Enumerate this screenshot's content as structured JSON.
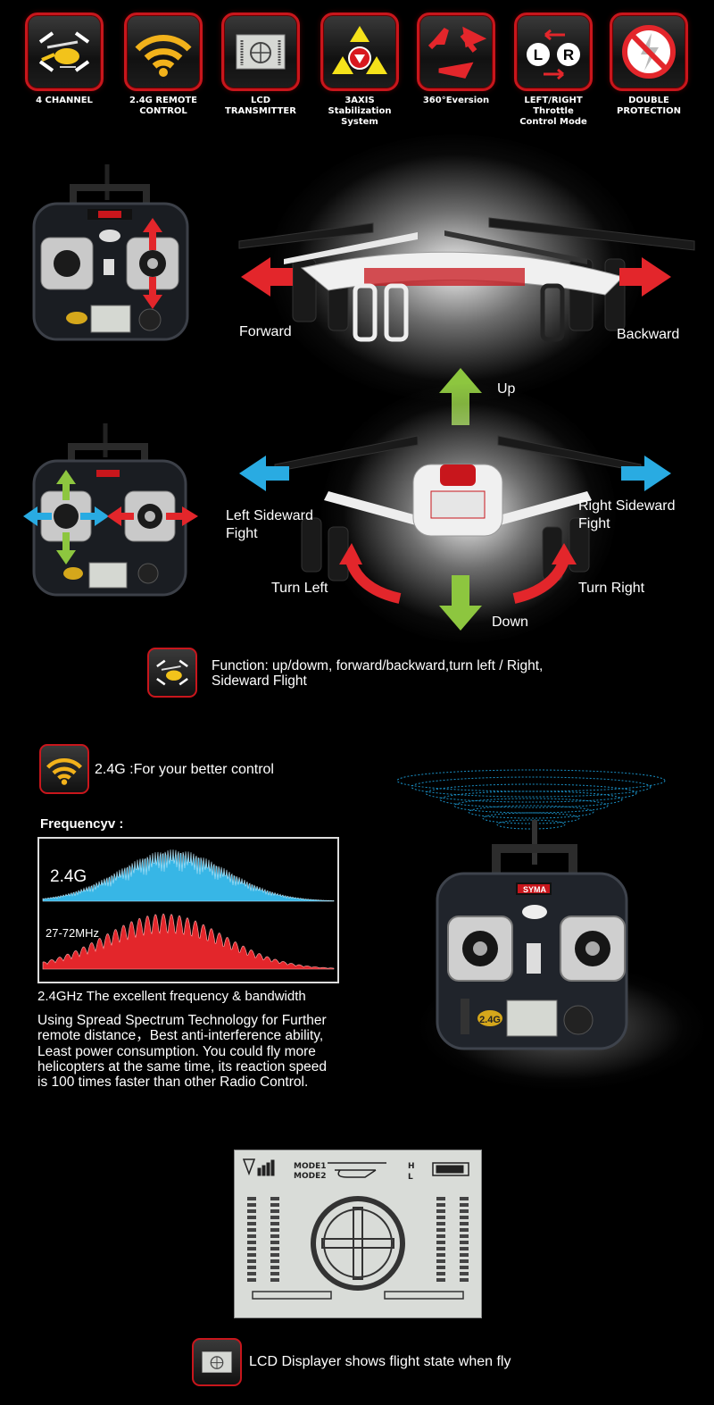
{
  "features": [
    {
      "icon": "helicopter-icon",
      "label": "4 CHANNEL"
    },
    {
      "icon": "wifi-icon",
      "label": "2.4G REMOTE\nCONTROL"
    },
    {
      "icon": "lcd-icon",
      "label": "LCD\nTRANSMITTER"
    },
    {
      "icon": "triangle-axis-icon",
      "label": "3AXIS\nStabilization System"
    },
    {
      "icon": "rotate-arrows-icon",
      "label": "360°Eversion"
    },
    {
      "icon": "lr-throttle-icon",
      "label": "LEFT/RIGHT Throttle\nControl Mode"
    },
    {
      "icon": "no-flash-icon",
      "label": "DOUBLE\nPROTECTION"
    }
  ],
  "directions": {
    "forward": "Forward",
    "backward": "Backward",
    "up": "Up",
    "down": "Down",
    "left_sideward": "Left Sideward\nFight",
    "right_sideward": "Right Sideward\nFight",
    "turn_left": "Turn Left",
    "turn_right": "Turn Right"
  },
  "function_text": "Function: up/dowm, forward/backward,turn left / Right,\nSideward Flight",
  "remote_section": {
    "heading": "2.4G :For your better control",
    "frequency_title": "Frequencyv :",
    "band_high": "2.4G",
    "band_low": "27-72MHz",
    "caption": "2.4GHz  The excellent frequency & bandwidth",
    "body": "Using Spread Spectrum Technology for Further\nremote distance，Best anti-interference ability,\nLeast power consumption. You could fly more\nhelicopters at the same time, its reaction speed\nis 100 times faster than other Radio Control.",
    "brand": "SYMA",
    "badge": "2.4G"
  },
  "lcd_display": {
    "mode1": "MODE1",
    "mode2": "MODE2",
    "h": "H",
    "l": "L",
    "caption": "LCD Displayer shows flight state when fly"
  },
  "colors": {
    "accent_red": "#c8161c",
    "arrow_red": "#e3262b",
    "arrow_green": "#8dc63f",
    "arrow_blue": "#29abe2",
    "wave_blue": "#37b6e6"
  }
}
